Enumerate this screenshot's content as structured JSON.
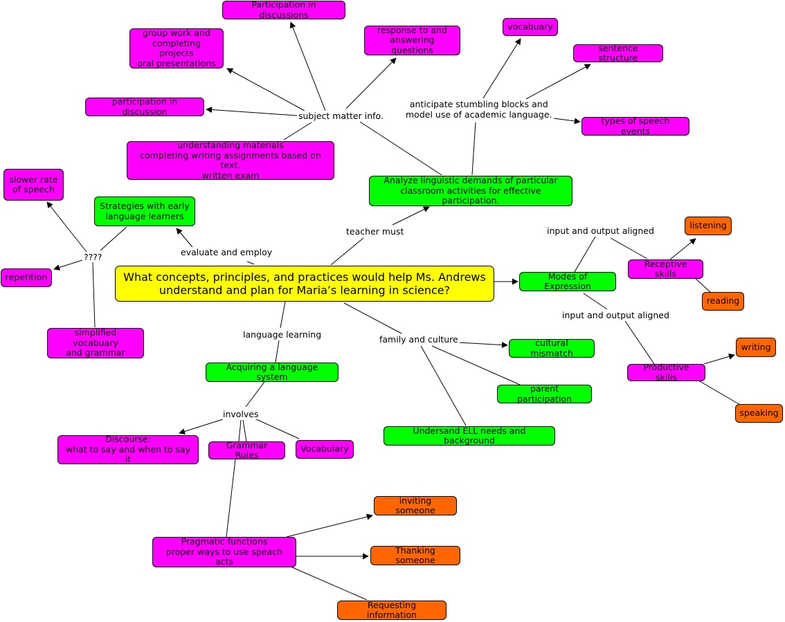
{
  "colors": {
    "central": "#ffff00",
    "concept": "#ff00ff",
    "strategy": "#00ff00",
    "example": "#ff6600",
    "line": "#000000"
  },
  "central": "What concepts, principles, and practices would help Ms. Andrews\nunderstand and plan for Maria’s learning in science?",
  "nodes": {
    "participation_discussions": "Participation in discussions",
    "group_work": "group work and\ncompleting projects\noral presentations",
    "response_questions": "response to and\nanswering questions",
    "participation_discussion": "participation in discussion",
    "understanding_materials": "understanding materials\ncompleting writing assignments based on text.\nwritten exam",
    "vocabulary_top": "vocabuary",
    "sentence_structure": "sentence structure",
    "speech_events": "types of speech events",
    "analyze": "Analyze linguistic demands of particular\nclassroom activities for effective participation.",
    "slower_rate": "slower rate\nof speech",
    "strategies": "Strategies with early\nlanguage learners",
    "repetition": "repetition",
    "simplified": "simplified vocabuary\nand grammar",
    "modes": "Modes of Expression",
    "receptive": "Receptive skills",
    "listening": "listening",
    "reading": "reading",
    "productive": "Productive skills",
    "writing": "writing",
    "speaking": "speaking",
    "cultural_mismatch": "cultural mismatch",
    "parent_participation": "parent participation",
    "ell_needs": "Undersand ELL needs and background",
    "acquiring": "Acquiring a language system",
    "discourse": "Discourse:\nwhat to say and when to say it",
    "grammar": "Grammar Rules",
    "vocabulary_low": "Vocabulary",
    "pragmatic": "Pragmatic functions\nproper ways to use speach acts",
    "inviting": "inviting someone",
    "thanking": "Thanking someone",
    "requesting": "Requesting information"
  },
  "links": {
    "subject_matter": "subject matter info.",
    "anticipate": "anticipate stumbling blocks and\nmodel use of academic language.",
    "teacher_must": "teacher must",
    "evaluate": "evaluate and employ",
    "question": "????",
    "io_aligned_1": "input and output aligned",
    "io_aligned_2": "input and output aligned",
    "language_learning": "language learning",
    "family_culture": "family and culture",
    "involves": "involves"
  }
}
